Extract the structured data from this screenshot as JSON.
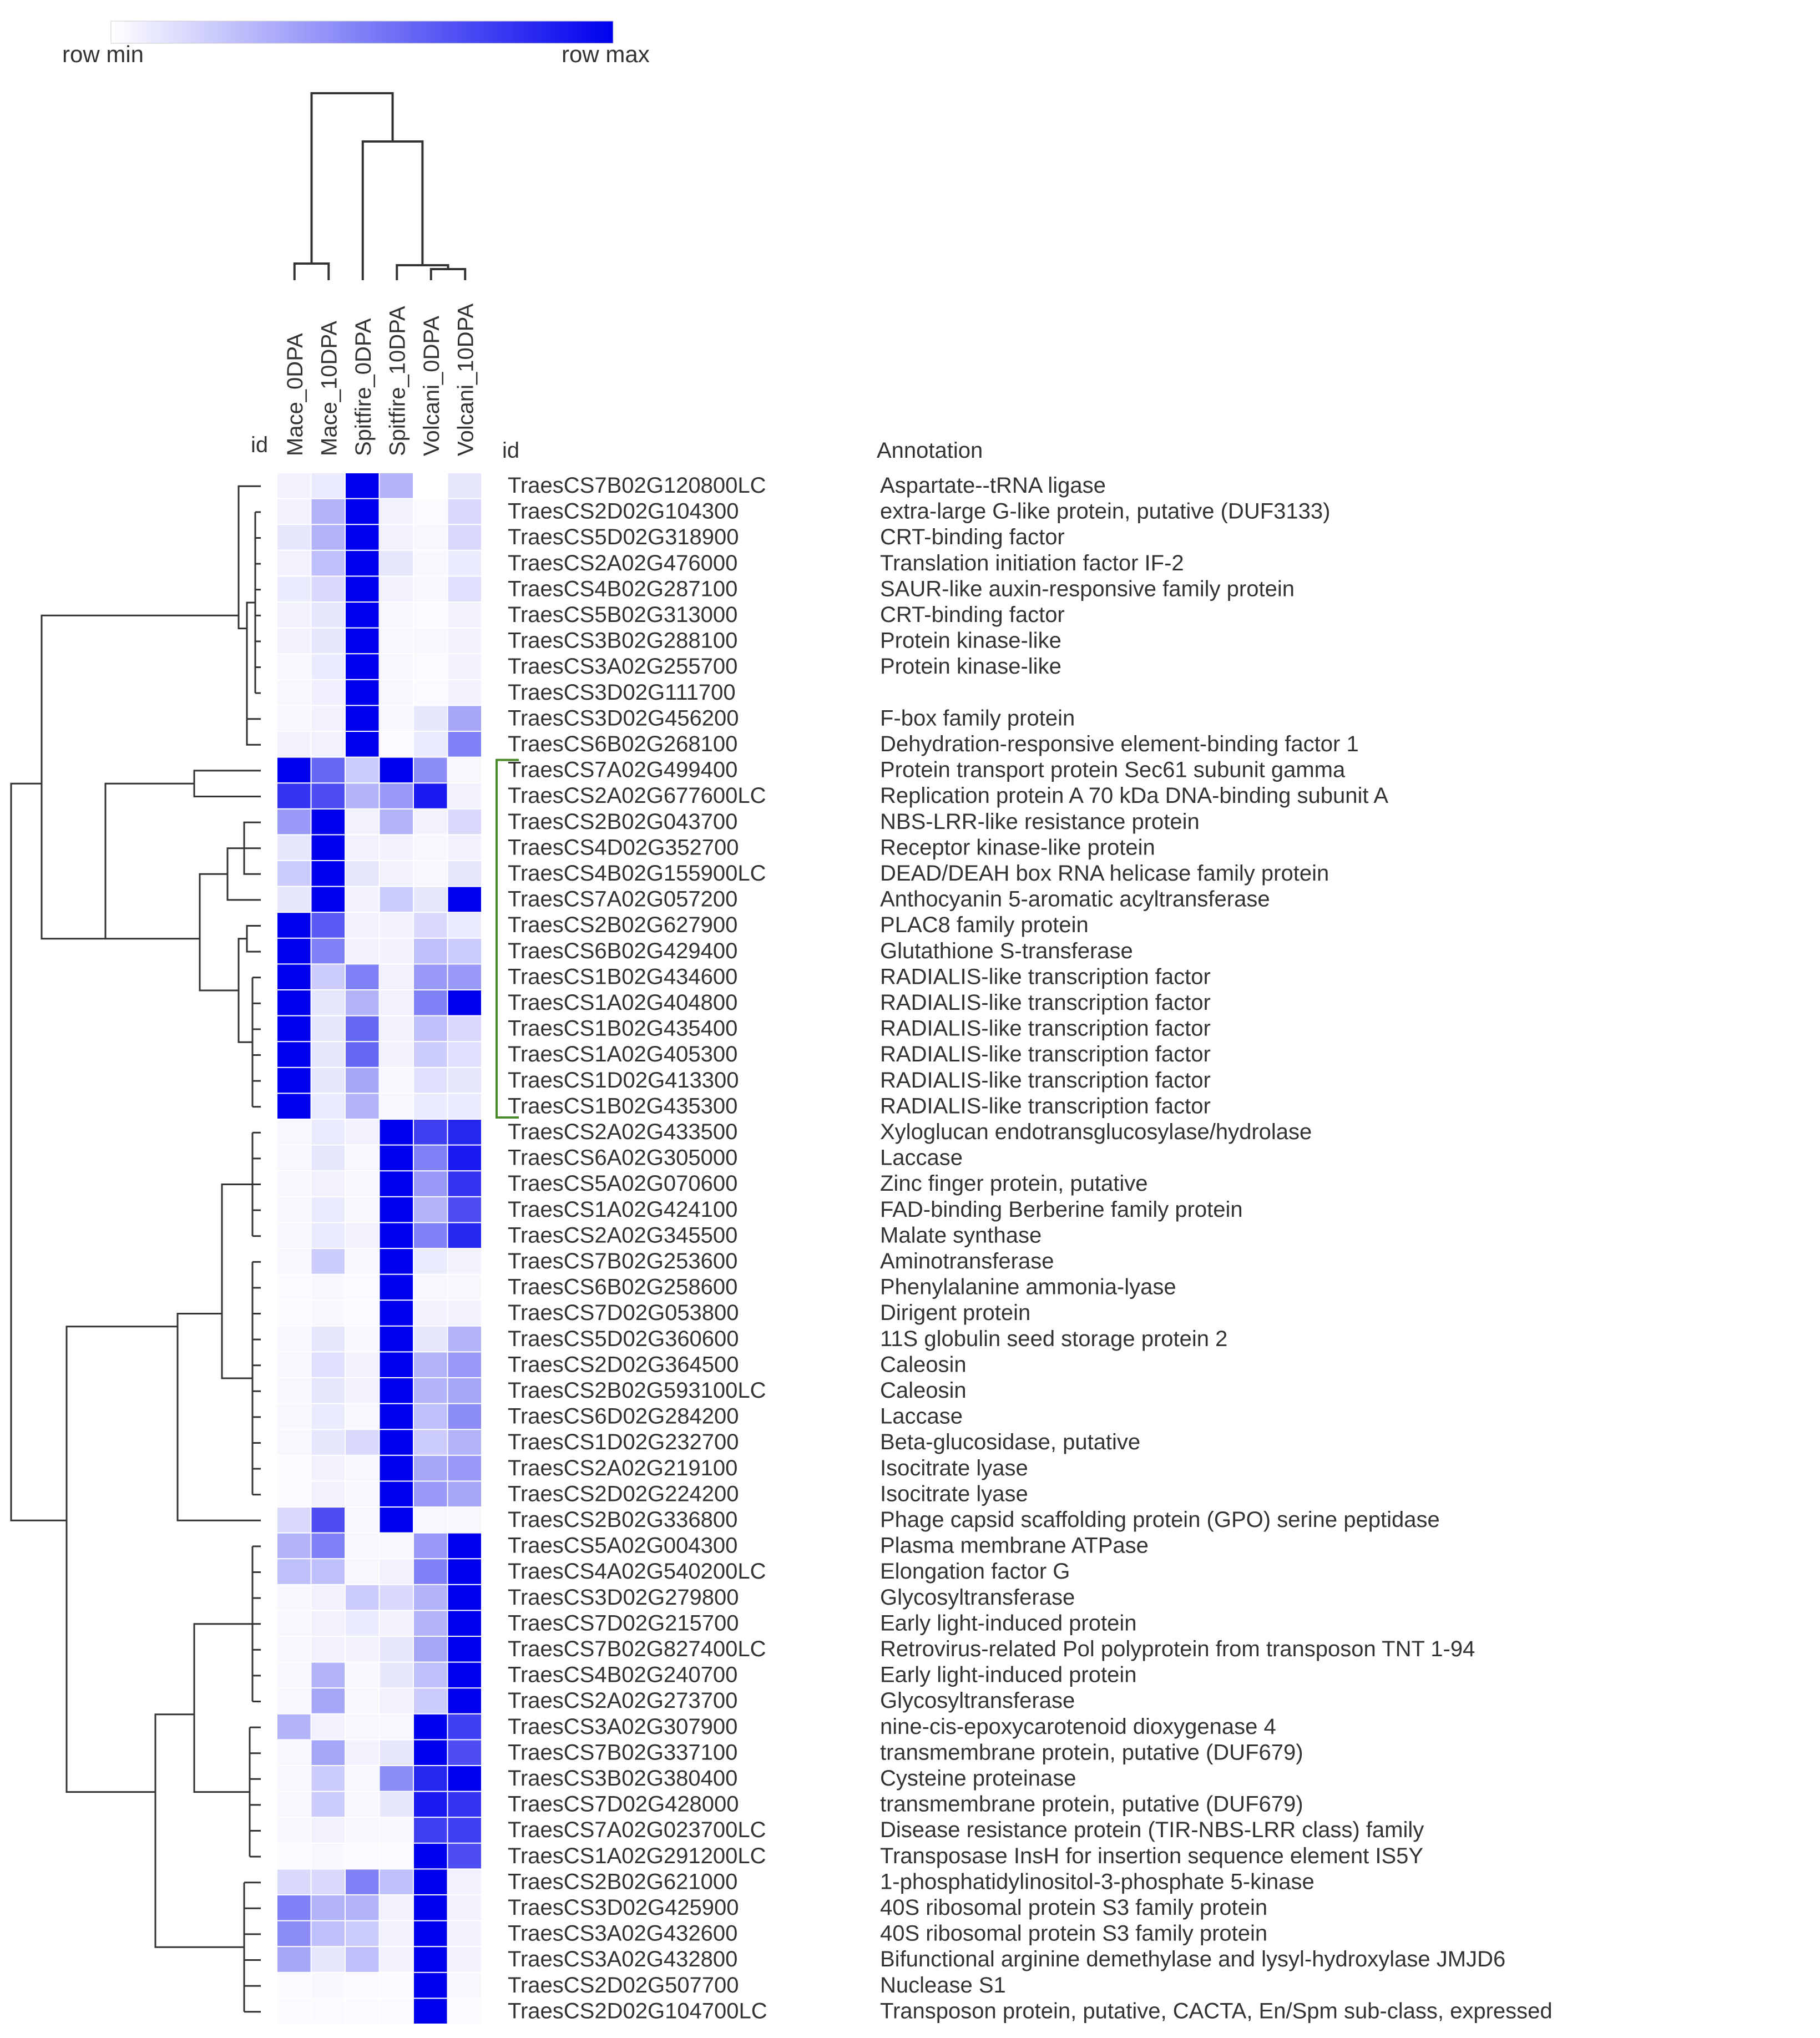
{
  "legend": {
    "min_label": "row min",
    "max_label": "row max",
    "min_color": "#ffffff",
    "max_color": "#0000ee"
  },
  "header": {
    "id_left": "id",
    "id_right": "id",
    "annotation": "Annotation"
  },
  "bracket_color": "#4a8a2a",
  "chart_data": {
    "type": "heatmap",
    "columns": [
      "Mace_0DPA",
      "Mace_10DPA",
      "Spitfire_0DPA",
      "Spitfire_10DPA",
      "Volcani_0DPA",
      "Volcani_10DPA"
    ],
    "value_range": [
      0,
      1
    ],
    "rows": [
      {
        "id": "TraesCS7B02G120800LC",
        "annotation": "Aspartate--tRNA ligase",
        "values": [
          0.05,
          0.08,
          1.0,
          0.3,
          0.0,
          0.1
        ]
      },
      {
        "id": "TraesCS2D02G104300",
        "annotation": "extra-large G-like protein, putative (DUF3133)",
        "values": [
          0.05,
          0.3,
          1.0,
          0.05,
          0.02,
          0.15
        ]
      },
      {
        "id": "TraesCS5D02G318900",
        "annotation": "CRT-binding factor",
        "values": [
          0.1,
          0.3,
          1.0,
          0.05,
          0.03,
          0.15
        ]
      },
      {
        "id": "TraesCS2A02G476000",
        "annotation": "Translation initiation factor IF-2",
        "values": [
          0.05,
          0.25,
          1.0,
          0.1,
          0.03,
          0.08
        ]
      },
      {
        "id": "TraesCS4B02G287100",
        "annotation": "SAUR-like auxin-responsive family protein",
        "values": [
          0.08,
          0.15,
          1.0,
          0.05,
          0.03,
          0.12
        ]
      },
      {
        "id": "TraesCS5B02G313000",
        "annotation": "CRT-binding factor",
        "values": [
          0.05,
          0.1,
          1.0,
          0.03,
          0.02,
          0.05
        ]
      },
      {
        "id": "TraesCS3B02G288100",
        "annotation": "Protein kinase-like",
        "values": [
          0.05,
          0.1,
          1.0,
          0.03,
          0.03,
          0.05
        ]
      },
      {
        "id": "TraesCS3A02G255700",
        "annotation": "Protein kinase-like",
        "values": [
          0.03,
          0.08,
          1.0,
          0.03,
          0.02,
          0.05
        ]
      },
      {
        "id": "TraesCS3D02G111700",
        "annotation": "",
        "values": [
          0.03,
          0.06,
          1.0,
          0.03,
          0.02,
          0.05
        ]
      },
      {
        "id": "TraesCS3D02G456200",
        "annotation": "F-box family protein",
        "values": [
          0.03,
          0.05,
          1.0,
          0.03,
          0.1,
          0.35
        ]
      },
      {
        "id": "TraesCS6B02G268100",
        "annotation": "Dehydration-responsive element-binding factor 1",
        "values": [
          0.05,
          0.05,
          1.0,
          0.02,
          0.08,
          0.5
        ]
      },
      {
        "id": "TraesCS7A02G499400",
        "annotation": "Protein transport protein Sec61 subunit gamma",
        "values": [
          1.0,
          0.6,
          0.2,
          1.0,
          0.45,
          0.03
        ]
      },
      {
        "id": "TraesCS2A02G677600LC",
        "annotation": "Replication protein A 70 kDa DNA-binding subunit A",
        "values": [
          0.8,
          0.7,
          0.3,
          0.4,
          0.9,
          0.05
        ]
      },
      {
        "id": "TraesCS2B02G043700",
        "annotation": "NBS-LRR-like resistance protein",
        "values": [
          0.4,
          1.0,
          0.05,
          0.3,
          0.05,
          0.15
        ]
      },
      {
        "id": "TraesCS4D02G352700",
        "annotation": "Receptor kinase-like protein",
        "values": [
          0.1,
          1.0,
          0.05,
          0.05,
          0.03,
          0.05
        ]
      },
      {
        "id": "TraesCS4B02G155900LC",
        "annotation": "DEAD/DEAH box RNA helicase family protein",
        "values": [
          0.2,
          1.0,
          0.1,
          0.05,
          0.03,
          0.1
        ]
      },
      {
        "id": "TraesCS7A02G057200",
        "annotation": "Anthocyanin 5-aromatic acyltransferase",
        "values": [
          0.1,
          1.0,
          0.05,
          0.2,
          0.1,
          1.0
        ]
      },
      {
        "id": "TraesCS2B02G627900",
        "annotation": "PLAC8 family protein",
        "values": [
          1.0,
          0.65,
          0.05,
          0.05,
          0.15,
          0.08
        ]
      },
      {
        "id": "TraesCS6B02G429400",
        "annotation": "Glutathione S-transferase",
        "values": [
          1.0,
          0.5,
          0.05,
          0.05,
          0.25,
          0.2
        ]
      },
      {
        "id": "TraesCS1B02G434600",
        "annotation": "RADIALIS-like transcription factor",
        "values": [
          1.0,
          0.2,
          0.5,
          0.05,
          0.4,
          0.4
        ]
      },
      {
        "id": "TraesCS1A02G404800",
        "annotation": "RADIALIS-like transcription factor",
        "values": [
          1.0,
          0.1,
          0.3,
          0.05,
          0.5,
          1.0
        ]
      },
      {
        "id": "TraesCS1B02G435400",
        "annotation": "RADIALIS-like transcription factor",
        "values": [
          1.0,
          0.1,
          0.6,
          0.05,
          0.25,
          0.15
        ]
      },
      {
        "id": "TraesCS1A02G405300",
        "annotation": "RADIALIS-like transcription factor",
        "values": [
          1.0,
          0.1,
          0.6,
          0.05,
          0.2,
          0.12
        ]
      },
      {
        "id": "TraesCS1D02G413300",
        "annotation": "RADIALIS-like transcription factor",
        "values": [
          1.0,
          0.1,
          0.35,
          0.03,
          0.12,
          0.1
        ]
      },
      {
        "id": "TraesCS1B02G435300",
        "annotation": "RADIALIS-like transcription factor",
        "values": [
          1.0,
          0.08,
          0.3,
          0.03,
          0.08,
          0.08
        ]
      },
      {
        "id": "TraesCS2A02G433500",
        "annotation": "Xyloglucan endotransglucosylase/hydrolase",
        "values": [
          0.03,
          0.08,
          0.05,
          1.0,
          0.75,
          0.85
        ]
      },
      {
        "id": "TraesCS6A02G305000",
        "annotation": "Laccase",
        "values": [
          0.03,
          0.1,
          0.03,
          1.0,
          0.5,
          0.9
        ]
      },
      {
        "id": "TraesCS5A02G070600",
        "annotation": "Zinc finger protein, putative",
        "values": [
          0.03,
          0.05,
          0.03,
          1.0,
          0.4,
          0.8
        ]
      },
      {
        "id": "TraesCS1A02G424100",
        "annotation": "FAD-binding Berberine family protein",
        "values": [
          0.03,
          0.08,
          0.03,
          1.0,
          0.3,
          0.7
        ]
      },
      {
        "id": "TraesCS2A02G345500",
        "annotation": "Malate synthase",
        "values": [
          0.03,
          0.08,
          0.05,
          1.0,
          0.5,
          0.85
        ]
      },
      {
        "id": "TraesCS7B02G253600",
        "annotation": "Aminotransferase",
        "values": [
          0.03,
          0.2,
          0.03,
          1.0,
          0.08,
          0.05
        ]
      },
      {
        "id": "TraesCS6B02G258600",
        "annotation": "Phenylalanine ammonia-lyase",
        "values": [
          0.02,
          0.03,
          0.02,
          1.0,
          0.03,
          0.03
        ]
      },
      {
        "id": "TraesCS7D02G053800",
        "annotation": "Dirigent protein",
        "values": [
          0.02,
          0.03,
          0.02,
          1.0,
          0.05,
          0.05
        ]
      },
      {
        "id": "TraesCS5D02G360600",
        "annotation": "11S globulin seed storage protein 2",
        "values": [
          0.03,
          0.1,
          0.03,
          1.0,
          0.1,
          0.3
        ]
      },
      {
        "id": "TraesCS2D02G364500",
        "annotation": "Caleosin",
        "values": [
          0.03,
          0.12,
          0.05,
          1.0,
          0.3,
          0.4
        ]
      },
      {
        "id": "TraesCS2B02G593100LC",
        "annotation": "Caleosin",
        "values": [
          0.03,
          0.1,
          0.05,
          1.0,
          0.3,
          0.35
        ]
      },
      {
        "id": "TraesCS6D02G284200",
        "annotation": "Laccase",
        "values": [
          0.03,
          0.08,
          0.03,
          1.0,
          0.25,
          0.45
        ]
      },
      {
        "id": "TraesCS1D02G232700",
        "annotation": "Beta-glucosidase, putative",
        "values": [
          0.03,
          0.1,
          0.15,
          1.0,
          0.2,
          0.3
        ]
      },
      {
        "id": "TraesCS2A02G219100",
        "annotation": "Isocitrate lyase",
        "values": [
          0.02,
          0.05,
          0.03,
          1.0,
          0.35,
          0.4
        ]
      },
      {
        "id": "TraesCS2D02G224200",
        "annotation": "Isocitrate lyase",
        "values": [
          0.02,
          0.05,
          0.03,
          1.0,
          0.4,
          0.35
        ]
      },
      {
        "id": "TraesCS2B02G336800",
        "annotation": "Phage capsid scaffolding protein (GPO) serine peptidase",
        "values": [
          0.15,
          0.7,
          0.03,
          1.0,
          0.03,
          0.03
        ]
      },
      {
        "id": "TraesCS5A02G004300",
        "annotation": "Plasma membrane ATPase",
        "values": [
          0.3,
          0.5,
          0.03,
          0.03,
          0.4,
          1.0
        ]
      },
      {
        "id": "TraesCS4A02G540200LC",
        "annotation": "Elongation factor G",
        "values": [
          0.25,
          0.25,
          0.03,
          0.05,
          0.5,
          1.0
        ]
      },
      {
        "id": "TraesCS3D02G279800",
        "annotation": "Glycosyltransferase",
        "values": [
          0.03,
          0.05,
          0.2,
          0.15,
          0.3,
          1.0
        ]
      },
      {
        "id": "TraesCS7D02G215700",
        "annotation": "Early light-induced protein",
        "values": [
          0.03,
          0.05,
          0.08,
          0.05,
          0.3,
          1.0
        ]
      },
      {
        "id": "TraesCS7B02G827400LC",
        "annotation": "Retrovirus-related Pol polyprotein from transposon TNT 1-94",
        "values": [
          0.03,
          0.05,
          0.05,
          0.1,
          0.35,
          1.0
        ]
      },
      {
        "id": "TraesCS4B02G240700",
        "annotation": "Early light-induced protein",
        "values": [
          0.03,
          0.3,
          0.03,
          0.1,
          0.25,
          1.0
        ]
      },
      {
        "id": "TraesCS2A02G273700",
        "annotation": "Glycosyltransferase",
        "values": [
          0.03,
          0.35,
          0.03,
          0.05,
          0.2,
          1.0
        ]
      },
      {
        "id": "TraesCS3A02G307900",
        "annotation": "nine-cis-epoxycarotenoid dioxygenase 4",
        "values": [
          0.3,
          0.05,
          0.03,
          0.03,
          1.0,
          0.75
        ]
      },
      {
        "id": "TraesCS7B02G337100",
        "annotation": "transmembrane protein, putative (DUF679)",
        "values": [
          0.03,
          0.35,
          0.05,
          0.1,
          1.0,
          0.7
        ]
      },
      {
        "id": "TraesCS3B02G380400",
        "annotation": "Cysteine proteinase",
        "values": [
          0.03,
          0.2,
          0.03,
          0.45,
          0.85,
          1.0
        ]
      },
      {
        "id": "TraesCS7D02G428000",
        "annotation": "transmembrane protein, putative (DUF679)",
        "values": [
          0.03,
          0.2,
          0.03,
          0.1,
          0.9,
          0.8
        ]
      },
      {
        "id": "TraesCS7A02G023700LC",
        "annotation": "Disease resistance protein (TIR-NBS-LRR class) family",
        "values": [
          0.03,
          0.05,
          0.03,
          0.03,
          0.75,
          0.75
        ]
      },
      {
        "id": "TraesCS1A02G291200LC",
        "annotation": "Transposase InsH for insertion sequence element IS5Y",
        "values": [
          0.02,
          0.03,
          0.02,
          0.02,
          1.0,
          0.7
        ]
      },
      {
        "id": "TraesCS2B02G621000",
        "annotation": "1-phosphatidylinositol-3-phosphate 5-kinase",
        "values": [
          0.15,
          0.15,
          0.5,
          0.25,
          1.0,
          0.05
        ]
      },
      {
        "id": "TraesCS3D02G425900",
        "annotation": "40S ribosomal protein S3 family protein",
        "values": [
          0.5,
          0.3,
          0.3,
          0.05,
          1.0,
          0.05
        ]
      },
      {
        "id": "TraesCS3A02G432600",
        "annotation": "40S ribosomal protein S3 family protein",
        "values": [
          0.45,
          0.25,
          0.2,
          0.05,
          1.0,
          0.05
        ]
      },
      {
        "id": "TraesCS3A02G432800",
        "annotation": "Bifunctional arginine demethylase and lysyl-hydroxylase JMJD6",
        "values": [
          0.35,
          0.1,
          0.25,
          0.05,
          1.0,
          0.05
        ]
      },
      {
        "id": "TraesCS2D02G507700",
        "annotation": "Nuclease S1",
        "values": [
          0.02,
          0.03,
          0.02,
          0.02,
          1.0,
          0.03
        ]
      },
      {
        "id": "TraesCS2D02G104700LC",
        "annotation": "Transposon protein, putative, CACTA, En/Spm sub-class, expressed",
        "values": [
          0.02,
          0.02,
          0.02,
          0.02,
          1.0,
          0.02
        ]
      }
    ]
  }
}
